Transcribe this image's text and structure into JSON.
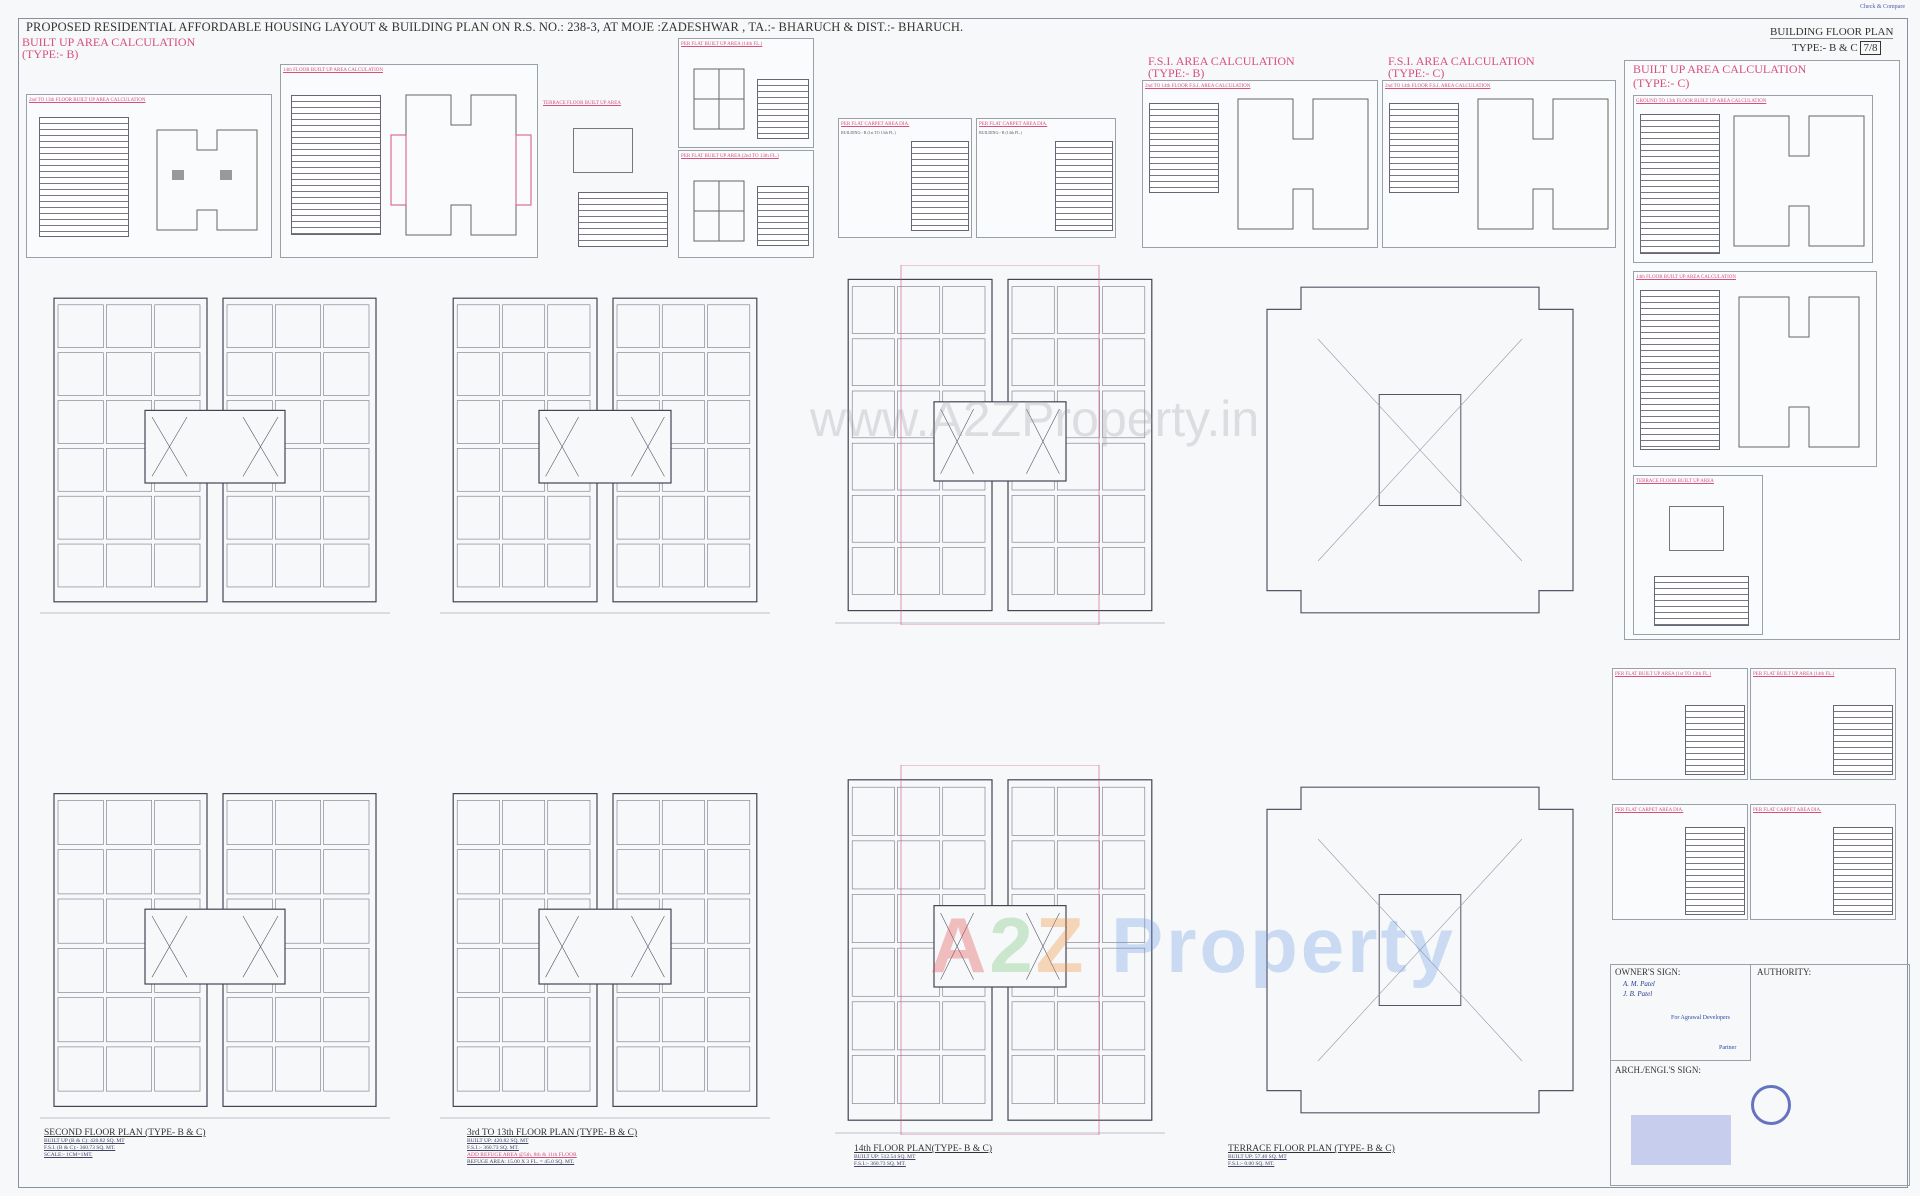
{
  "sheet": {
    "title": "PROPOSED  RESIDENTIAL AFFORDABLE HOUSING LAYOUT & BUILDING PLAN  ON R.S. NO.: 238-3, AT MOJE :ZADESHWAR , TA.:- BHARUCH & DIST.:- BHARUCH.",
    "check_note": "Check & Compare",
    "plan_title": "BUILDING FLOOR PLAN",
    "plan_type": "TYPE:- B & C",
    "sheet_no": "7/8"
  },
  "calc_panels": {
    "builtup_b": {
      "title": "BUILT UP AREA CALCULATION",
      "type": "(TYPE:- B)",
      "sub1": "2nd TO 13th FLOOR BUILT UP AREA CALCULATION",
      "sub2": "14th FLOOR BUILT UP AREA CALCULATION",
      "sub3": "TERRACE FLOOR BUILT UP AREA"
    },
    "per_flat_builtup": {
      "title1": "PER FLAT BUILT UP AREA (14th FL.)",
      "title2": "PER FLAT BUILT UP AREA (2nd TO 13th FL.)"
    },
    "carpet_b": {
      "title1": "PER FLAT CARPET AREA DIA.",
      "sub1": "BUILDING:- B (1st TO 13th FL.)",
      "title2": "PER FLAT CARPET AREA DIA.",
      "sub2": "BUILDING:- B (14th FL.)"
    },
    "fsi_b": {
      "title": "F.S.I.  AREA CALCULATION",
      "type": "(TYPE:- B)",
      "sub": "2nd TO 14th FLOOR F.S.I. AREA CALCULATION"
    },
    "fsi_c": {
      "title": "F.S.I.  AREA CALCULATION",
      "type": "(TYPE:- C)",
      "sub": "2nd TO 14th FLOOR F.S.I. AREA CALCULATION"
    },
    "builtup_c": {
      "title": "BUILT UP AREA CALCULATION",
      "type": "(TYPE:- C)",
      "sub1": "GROUND TO 13th FLOOR BUILT UP AREA CALCULATION",
      "sub2": "14th FLOOR BUILT UP AREA CALCULATION",
      "sub3": "TERRACE FLOOR BUILT UP AREA"
    },
    "right_lower": {
      "t1": "PER FLAT BUILT UP AREA (1st TO 13th FL.)",
      "t2": "PER FLAT BUILT UP AREA (14th FL.)",
      "t3": "PER FLAT CARPET AREA DIA.",
      "t4": "PER FLAT CARPET AREA DIA."
    }
  },
  "plans": [
    {
      "title": "SECOND FLOOR PLAN (TYPE- B & C)",
      "lines": [
        "BUILT UP (B & C): 420.82 SQ. MT",
        "F.S.I. (B & C):- 360.73 SQ. MT.",
        "SCALE:- 1CM=1MT."
      ]
    },
    {
      "title": "3rd TO 13th FLOOR PLAN (TYPE- B & C)",
      "lines": [
        "BUILT UP: 420.82 SQ. MT",
        "F.S.I.:- 360.73 SQ. MT."
      ],
      "refuge_note": "ADD REFUGE AREA @5th, 8th & 11th FLOOR",
      "refuge_area": "REFUGE AREA: 15.00 X 3 FL. = 45.0 SQ. MT."
    },
    {
      "title": "14th FLOOR PLAN(TYPE- B & C)",
      "lines": [
        "BUILT UP: 512.54 SQ. MT",
        "F.S.I.:- 360.73 SQ. MT."
      ]
    },
    {
      "title": "TERRACE FLOOR PLAN (TYPE- B & C)",
      "lines": [
        "BUILT UP: 57.40 SQ. MT",
        "F.S.I.:- 0.00 SQ. MT."
      ]
    }
  ],
  "signatures": {
    "owner_label": "OWNER'S SIGN:",
    "authority_label": "AUTHORITY:",
    "arch_label": "ARCH./ENGI.'S SIGN:",
    "owner_names": [
      "A. M. Patel",
      "J. B. Patel"
    ],
    "stamp_company": "For Agrawal Developers",
    "stamp_role": "Partner"
  },
  "watermark": {
    "url": "www.A2ZProperty.in",
    "logo_a": "A",
    "logo_2": "2",
    "logo_z": "Z",
    "logo_word": "Property"
  }
}
